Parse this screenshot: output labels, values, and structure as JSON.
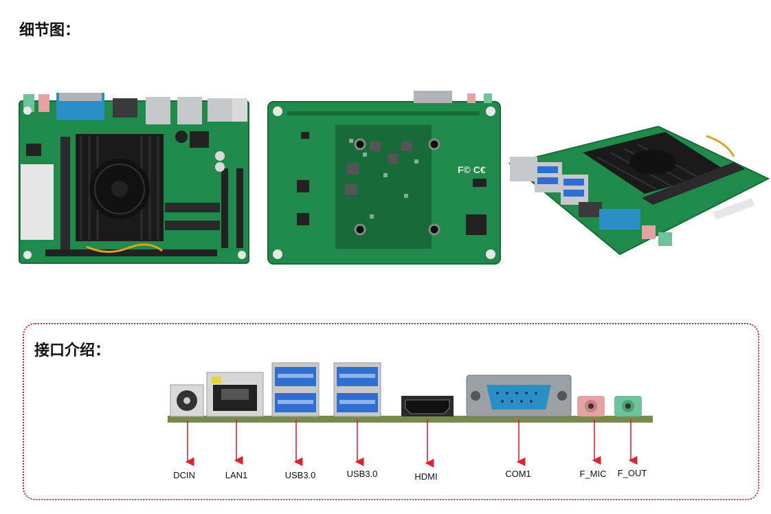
{
  "headings": {
    "detail": "细节图：",
    "interface": "接口介绍："
  },
  "photos": [
    {
      "name": "board-top-view"
    },
    {
      "name": "board-bottom-view"
    },
    {
      "name": "board-angled-view"
    }
  ],
  "ports": [
    "DCIN",
    "LAN1",
    "USB3.0",
    "USB3.0",
    "HDMI",
    "COM1",
    "F_MIC",
    "F_OUT"
  ],
  "colors": {
    "pcb_green": "#1f8a4a",
    "pcb_dark": "#166b37",
    "heatsink": "#1a1a1a",
    "usb_blue": "#2f6fd1",
    "com_blue": "#2a8fc4",
    "audio_pink": "#e2a3a3",
    "audio_green": "#6fc39a",
    "arrow_red": "#e0202a",
    "frame_red": "#e0202a"
  }
}
